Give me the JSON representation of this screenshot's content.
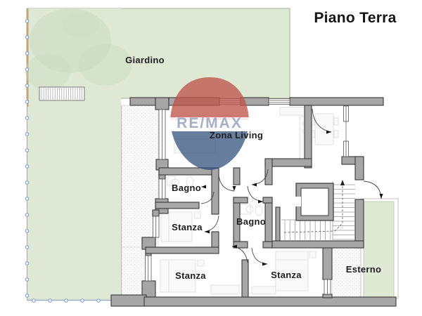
{
  "title": "Piano Terra",
  "watermark": {
    "brand": "RE/MAX"
  },
  "rooms": {
    "giardino": {
      "label": "Giardino"
    },
    "zona_living": {
      "label": "Zona Living"
    },
    "bagno_1": {
      "label": "Bagno"
    },
    "bagno_2": {
      "label": "Bagno"
    },
    "stanza_1": {
      "label": "Stanza"
    },
    "stanza_2": {
      "label": "Stanza"
    },
    "stanza_3": {
      "label": "Stanza"
    },
    "esterno": {
      "label": "Esterno"
    }
  },
  "colors": {
    "garden_green": "#dfe8d4",
    "terrace_green": "#e0e9d4",
    "tree_green": "#c9d9bf",
    "wall_gray": "#a6a6a6",
    "wall_outline": "#3a3a3a",
    "balloon_red": "#bf544c",
    "balloon_blue": "#33517d",
    "fence_blue": "#7b9cc4",
    "label_text": "#1d1d1d"
  }
}
